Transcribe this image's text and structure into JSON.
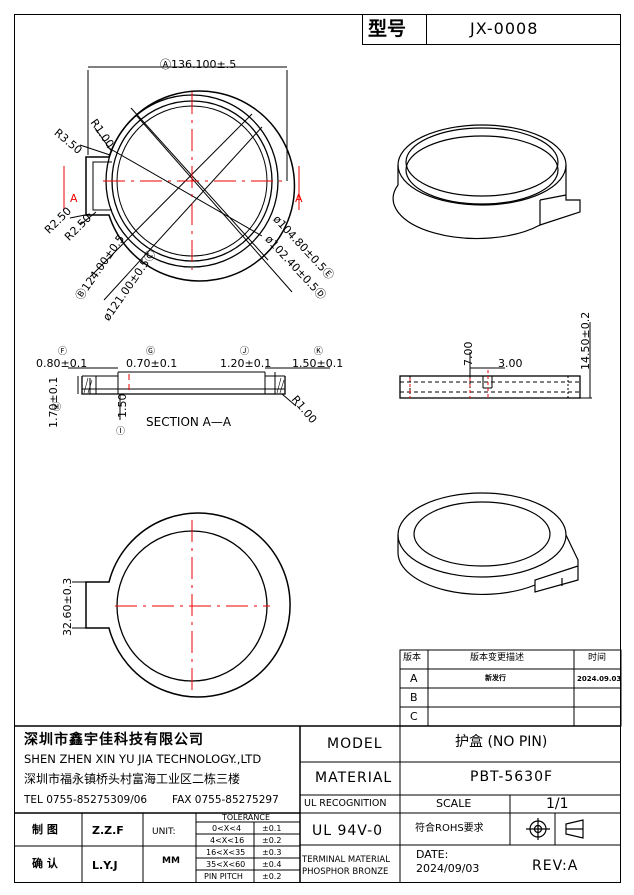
{
  "header": {
    "label": "型号",
    "model_no": "JX-0008"
  },
  "dims_top": {
    "outer_dia": "Ⓐ136.100±.5",
    "r350": "R3.50",
    "r100": "R1.00",
    "r250a": "R2.50",
    "r250b": "R2.50",
    "dia124": "Ⓑ124.00±0.5",
    "dia121": "ø121.00±0.5Ⓒ",
    "dia10480": "ø104.80±0.5Ⓔ",
    "dia10240": "ø102.40±0.5Ⓓ",
    "sec_a_left": "A",
    "sec_a_right": "A"
  },
  "dims_section": {
    "f": "0.80±0.1",
    "g": "0.70±0.1",
    "j": "1.20±0.1",
    "k": "1.50±0.1",
    "h": "1.70±0.1",
    "i": "1.50",
    "r1": "R1.00",
    "caption": "SECTION A—A"
  },
  "dims_side": {
    "c": "7.00",
    "m": "3.00",
    "n": "14.50±0.2"
  },
  "dims_bottom": {
    "l": "32.60±0.3"
  },
  "revision": {
    "headers": [
      "版本",
      "版本变更描述",
      "时间"
    ],
    "rows": [
      {
        "ver": "A",
        "desc": "新发行",
        "date": "2024.09.03"
      },
      {
        "ver": "B",
        "desc": "",
        "date": ""
      },
      {
        "ver": "C",
        "desc": "",
        "date": ""
      }
    ]
  },
  "company": {
    "name_cn": "深圳市鑫宇佳科技有限公司",
    "name_en": "SHEN ZHEN XIN YU JIA TECHNOLOGY.,LTD",
    "address": "深圳市福永镇桥头村富海工业区二栋三楼",
    "tel": "TEL 0755-85275309/06",
    "fax": "FAX 0755-85275297"
  },
  "signoff": {
    "draw_label": "制 图",
    "draw_name": "Z.Z.F",
    "check_label": "确 认",
    "check_name": "L.Y.J",
    "unit_label": "UNIT:",
    "unit_value": "MM"
  },
  "tolerance": {
    "title": "TOLERANCE",
    "rows": [
      {
        "range": "0<X<4",
        "tol": "±0.1"
      },
      {
        "range": "4<X<16",
        "tol": "±0.2"
      },
      {
        "range": "16<X<35",
        "tol": "±0.3"
      },
      {
        "range": "35<X<60",
        "tol": "±0.4"
      },
      {
        "range": "PIN PITCH",
        "tol": "±0.2"
      }
    ]
  },
  "title_block": {
    "model_label": "MODEL",
    "model_value": "护盒 (NO PIN)",
    "material_label": "MATERIAL",
    "material_value": "PBT-5630F",
    "ul_label": "UL RECOGNITION",
    "scale_label": "SCALE",
    "scale_value": "1/1",
    "ul_value": "UL 94V-0",
    "rohs": "符合ROHS要求",
    "terminal_label1": "TERMINAL MATERIAL",
    "terminal_label2": "PHOSPHOR BRONZE",
    "date_label": "DATE:",
    "date_value": "2024/09/03",
    "rev": "REV:A"
  }
}
